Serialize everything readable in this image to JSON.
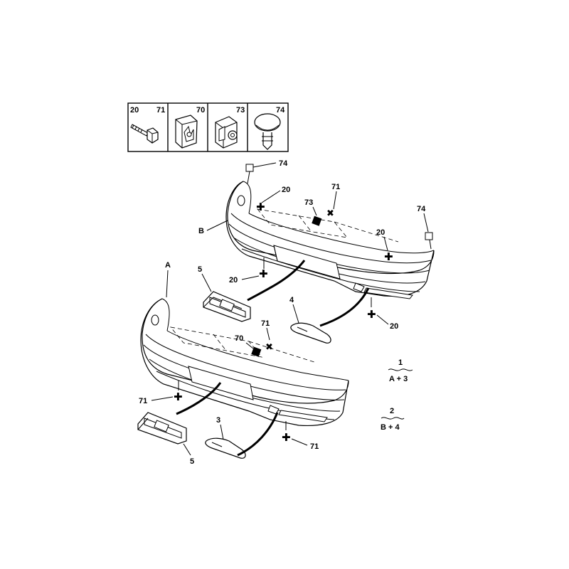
{
  "callouts": {
    "top_74": "74",
    "top_20": "20",
    "top_71": "71",
    "mid_73": "73",
    "right_74": "74",
    "right_20": "20",
    "b_label": "B",
    "b_bottom_20": "20",
    "a_label": "A",
    "part5_upper": "5",
    "part4": "4",
    "right_lower_20": "20",
    "mid_70": "70",
    "mid_71": "71",
    "left_71": "71",
    "part3": "3",
    "part5_lower": "5",
    "bottom_71": "71"
  },
  "fastener_box": {
    "cells": [
      {
        "left": "20",
        "right": "71"
      },
      {
        "right": "70"
      },
      {
        "right": "73"
      },
      {
        "right": "74"
      }
    ]
  },
  "legend": [
    {
      "number": "1",
      "combo": "A + 3"
    },
    {
      "number": "2",
      "combo": "B + 4"
    }
  ]
}
